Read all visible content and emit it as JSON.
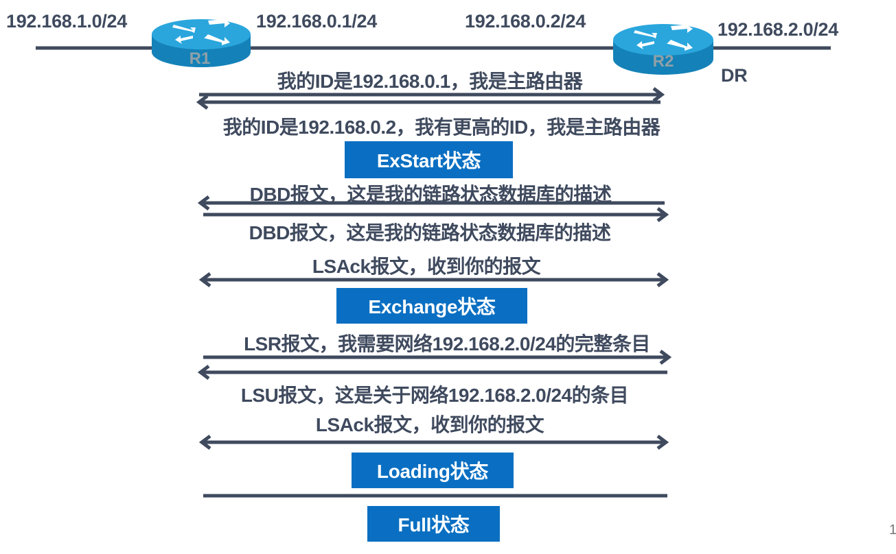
{
  "network": {
    "left_subnet": "192.168.1.0/24",
    "r1_interface": "192.168.0.1/24",
    "r2_interface": "192.168.0.2/24",
    "right_subnet": "192.168.2.0/24",
    "routers": [
      {
        "name": "R1",
        "icon": "router-icon"
      },
      {
        "name": "R2",
        "icon": "router-icon",
        "role": "DR"
      }
    ]
  },
  "messages": [
    {
      "text": "我的ID是192.168.0.1，我是主路由器",
      "direction": "R1→R2"
    },
    {
      "text": "我的ID是192.168.0.2，我有更高的ID，我是主路由器",
      "direction": "R2→R1"
    },
    {
      "text": "DBD报文，这是我的链路状态数据库的描述",
      "direction": "R2→R1"
    },
    {
      "text": "DBD报文，这是我的链路状态数据库的描述",
      "direction": "R1→R2"
    },
    {
      "text": "LSAck报文，收到你的报文",
      "direction": "both"
    },
    {
      "text": "LSR报文，我需要网络192.168.2.0/24的完整条目",
      "direction": "R1→R2"
    },
    {
      "text": "LSU报文，这是关于网络192.168.2.0/24的条目",
      "direction": "R2→R1"
    },
    {
      "text": "LSAck报文，收到你的报文",
      "direction": "both"
    }
  ],
  "states": [
    {
      "label": "ExStart状态"
    },
    {
      "label": "Exchange状态"
    },
    {
      "label": "Loading状态"
    },
    {
      "label": "Full状态"
    }
  ],
  "colors": {
    "text": "#3f4a5e",
    "line": "#3f4a5e",
    "state_box": "#0a6fc2",
    "router_top": "#2aa6dd",
    "router_side": "#1482b8"
  },
  "page_number": "1"
}
